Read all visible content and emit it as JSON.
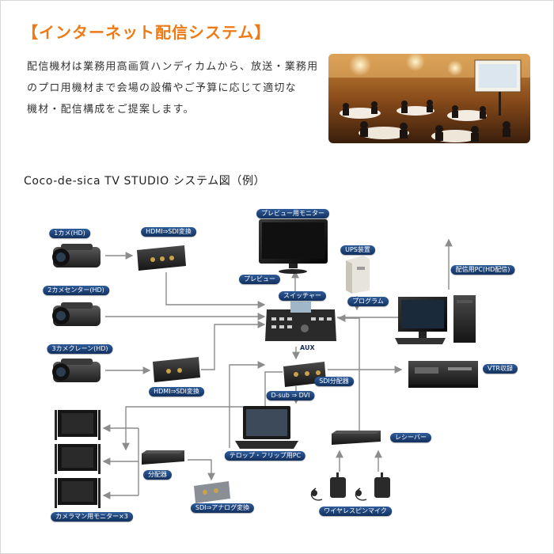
{
  "heading": "【インターネット配信システム】",
  "intro_lines": [
    "配信機材は業務用高画質ハンディカムから、放送・業務用",
    "のプロ用機材まで会場の設備やご予算に応じて適切な",
    "機材・配信構成をご提案します。"
  ],
  "subtitle": "Coco-de-sica TV STUDIO システム図（例）",
  "diagram": {
    "cam1": "1カメ(HD)",
    "cam2": "2カメセンター(HD)",
    "cam3": "3カメクレーン(HD)",
    "hdmi_sdi_top": "HDMI⇒SDI変換",
    "hdmi_sdi_bottom": "HDMI⇒SDI変換",
    "preview_monitor": "プレビュー用モニター",
    "preview": "プレビュー",
    "switcher": "スイッチャー",
    "ups": "UPS装置",
    "program": "プログラム",
    "streaming_pc": "配信用PC(HD配信)",
    "aux": "AUX",
    "sdi_splitter": "SDI分配器",
    "dsub_dvi": "D-sub ⇒ DVI",
    "vtr": "VTR収録",
    "telop_pc": "テロップ・フリップ用PC",
    "receiver": "レシーバー",
    "distributor": "分配器",
    "sdi_analog": "SDI⇒アナログ変換",
    "wireless_mic": "ワイヤレスピンマイク",
    "camera_monitors": "カメラマン用モニター×3"
  }
}
